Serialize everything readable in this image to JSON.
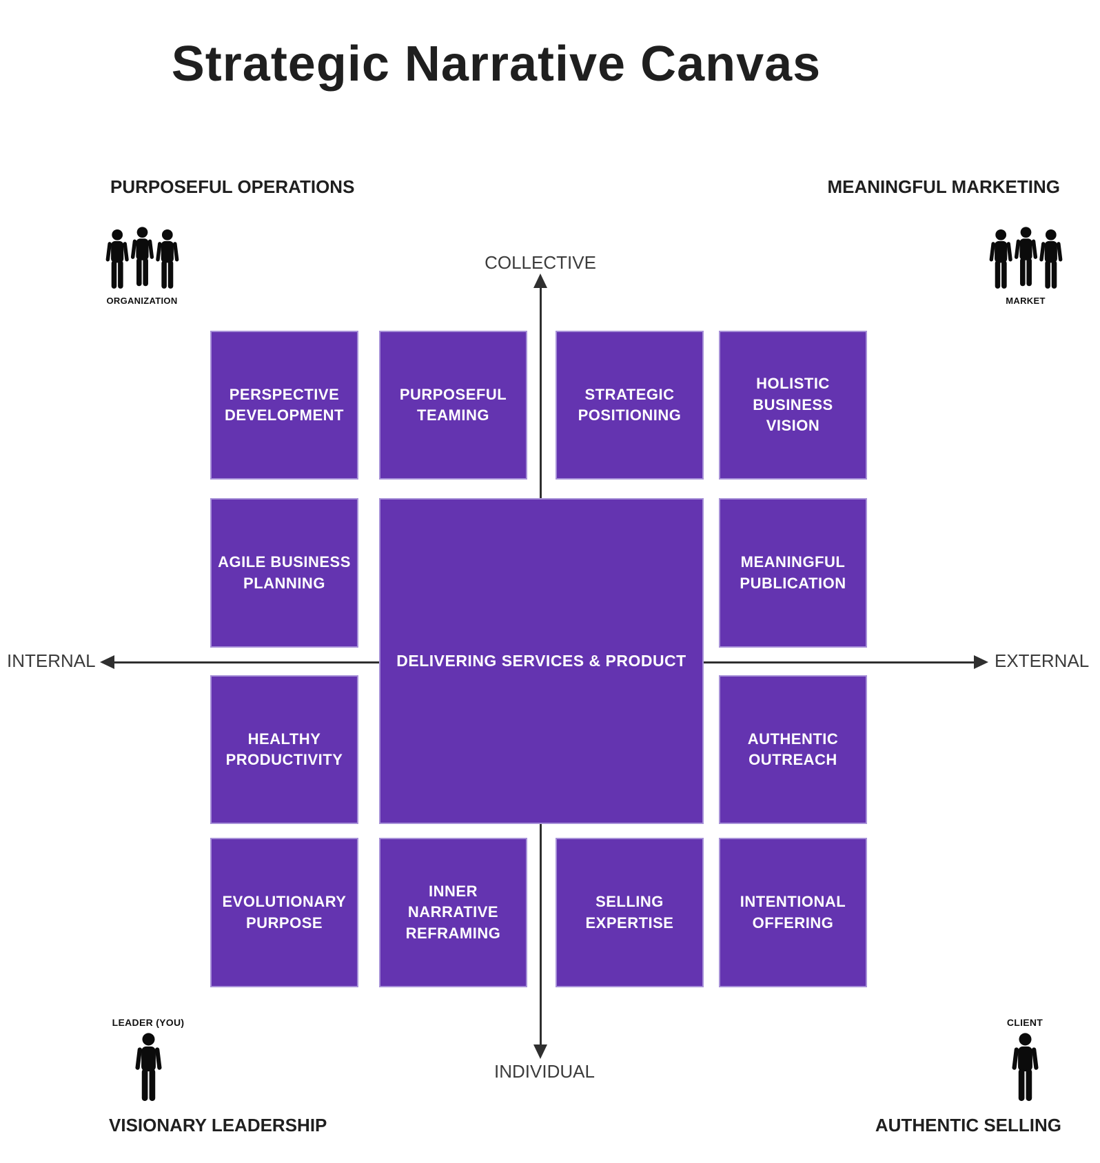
{
  "title": "Strategic Narrative Canvas",
  "quadrants": {
    "top_left": {
      "label": "PURPOSEFUL OPERATIONS"
    },
    "top_right": {
      "label": "MEANINGFUL MARKETING"
    },
    "bottom_left": {
      "label": "VISIONARY LEADERSHIP"
    },
    "bottom_right": {
      "label": "AUTHENTIC SELLING"
    }
  },
  "axes": {
    "top": "COLLECTIVE",
    "bottom": "INDIVIDUAL",
    "left": "INTERNAL",
    "right": "EXTERNAL"
  },
  "actors": {
    "organization": {
      "label": "ORGANIZATION",
      "icon": "people-group-icon"
    },
    "market": {
      "label": "MARKET",
      "icon": "people-group-icon"
    },
    "leader": {
      "label": "LEADER (YOU)",
      "icon": "person-icon"
    },
    "client": {
      "label": "CLIENT",
      "icon": "person-icon"
    }
  },
  "grid": {
    "center": {
      "label": "DELIVERING SERVICES & PRODUCT"
    },
    "cells": [
      {
        "id": "perspective-development",
        "label": "PERSPECTIVE DEVELOPMENT"
      },
      {
        "id": "purposeful-teaming",
        "label": "PURPOSEFUL TEAMING"
      },
      {
        "id": "strategic-positioning",
        "label": "STRATEGIC POSITIONING"
      },
      {
        "id": "holistic-business-vision",
        "label": "HOLISTIC BUSINESS VISION"
      },
      {
        "id": "agile-business-planning",
        "label": "AGILE BUSINESS PLANNING"
      },
      {
        "id": "meaningful-publication",
        "label": "MEANINGFUL PUBLICATION"
      },
      {
        "id": "healthy-productivity",
        "label": "HEALTHY PRODUCTIVITY"
      },
      {
        "id": "authentic-outreach",
        "label": "AUTHENTIC OUTREACH"
      },
      {
        "id": "evolutionary-purpose",
        "label": "EVOLUTIONARY PURPOSE"
      },
      {
        "id": "inner-narrative-reframing",
        "label": "INNER NARRATIVE REFRAMING"
      },
      {
        "id": "selling-expertise",
        "label": "SELLING EXPERTISE"
      },
      {
        "id": "intentional-offering",
        "label": "INTENTIONAL OFFERING"
      }
    ]
  },
  "colors": {
    "box-purple": "#6434b0",
    "box-border": "#a791d8",
    "box-text": "#ffffff",
    "axis-ink": "#2f2f2f",
    "heading-ink": "#1f1f1f"
  }
}
